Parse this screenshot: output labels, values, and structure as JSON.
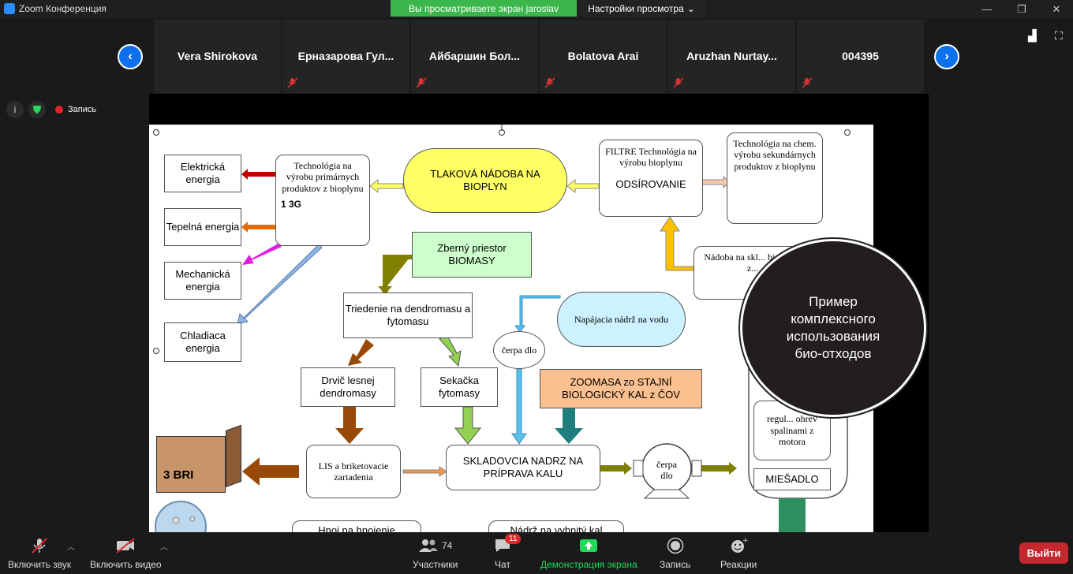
{
  "window": {
    "title": "Zoom Конференция"
  },
  "banner": {
    "viewing": "Вы просматриваете экран jaroslav",
    "options": "Настройки просмотра",
    "options_caret": "⌄"
  },
  "participants": [
    {
      "name": "Vera Shirokova",
      "muted": false
    },
    {
      "name": "Ерназарова  Гул...",
      "muted": true
    },
    {
      "name": "Айбаршин  Бол...",
      "muted": true
    },
    {
      "name": "Bolatova Arai",
      "muted": true
    },
    {
      "name": "Aruzhan  Nurtay...",
      "muted": true
    },
    {
      "name": "004395",
      "muted": true
    }
  ],
  "info": {
    "recording_label": "Запись"
  },
  "slide": {
    "tlakova": "TLAKOVÁ NÁDOBA NA BIOPLYN",
    "tech_primary": "Technológia na výrobu primárnych produktov z bioplynu",
    "tech_primary_tag": "1   3G",
    "filtre": "FILTRE Technológia na výrobu bioplynu",
    "odsirovanie": "ODSÍROVANIE",
    "tech_chem": "Technológia na chem. výrobu sekundárnych produktov z bioplynu",
    "elektricka": "Elektrická energia",
    "tepelna": "Tepelná energia",
    "mechanicka": "Mechanická energia",
    "chladiaca": "Chladiaca energia",
    "zberny": "Zberný priestor BIOMASY",
    "triedenie": "Triedenie na dendromasu a fytomasu",
    "napajacia": "Napájacia nádrž na vodu",
    "cerpadlo1": "čerpa dlo",
    "drvic": "Drvič lesnej dendromasy",
    "sekacka": "Sekačka fytomasy",
    "zoomasa": "ZOOMASA zo STAJNÍ BIOLOGICKÝ KAL z ČOV",
    "lis": "LIS a briketovacie zariadenia",
    "skladovcia": "SKLADOVCIA NADRZ NA PRÍPRAVA KALU",
    "cerpadlo2": "čerpa dlo",
    "nadoba": "Nádoba na skl... bioplynu z...",
    "regulacia": "regul... ohrev spalinami z motora",
    "miesadlo": "MIEŠADLO",
    "bri": "3   BRI",
    "hnoj": "Hnoj na hnojenie",
    "nadrz_kal": "Nádrž na vyhnitý kal"
  },
  "overlay": {
    "text": "Пример комплексного использования био-отходов"
  },
  "toolbar": {
    "audio": "Включить звук",
    "video": "Включить видео",
    "participants": "Участники",
    "participants_count": "74",
    "chat": "Чат",
    "chat_badge": "11",
    "share": "Демонстрация экрана",
    "record": "Запись",
    "reactions": "Реакции",
    "leave": "Выйти"
  },
  "colors": {
    "accent": "#0e71eb",
    "banner_green": "#3bb64a",
    "leave_red": "#c4282e",
    "share_green": "#23d959"
  }
}
